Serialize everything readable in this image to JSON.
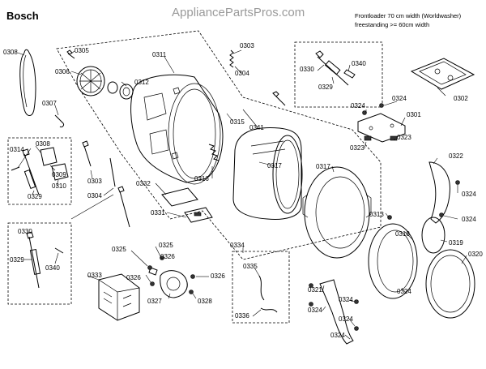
{
  "header": {
    "brand": "Bosch",
    "watermark": "AppliancePartsPros.com",
    "desc_line1": "Frontloader 70 cm width (Worldwasher)",
    "desc_line2": "freestanding >= 60cm width"
  },
  "parts": [
    "0308",
    "0305",
    "0306",
    "0312",
    "0311",
    "0303",
    "0304",
    "0307",
    "0315",
    "0341",
    "0330",
    "0329",
    "0340",
    "0302",
    "0324",
    "0324",
    "0301",
    "0323",
    "0323",
    "0322",
    "0324",
    "0324",
    "0317",
    "0317",
    "0316",
    "0308",
    "0314",
    "0309",
    "0310",
    "0329",
    "0303",
    "0304",
    "0332",
    "0331",
    "0330",
    "0329",
    "0340",
    "0325",
    "0325",
    "0326",
    "0326",
    "0333",
    "0326",
    "0327",
    "0328",
    "0334",
    "0335",
    "0336",
    "0313",
    "0318",
    "0319",
    "0320",
    "0324",
    "0321",
    "0324",
    "0324",
    "0324",
    "0324"
  ],
  "colors": {
    "line": "#000000",
    "background": "#ffffff",
    "watermark": "#9a9a9a"
  }
}
